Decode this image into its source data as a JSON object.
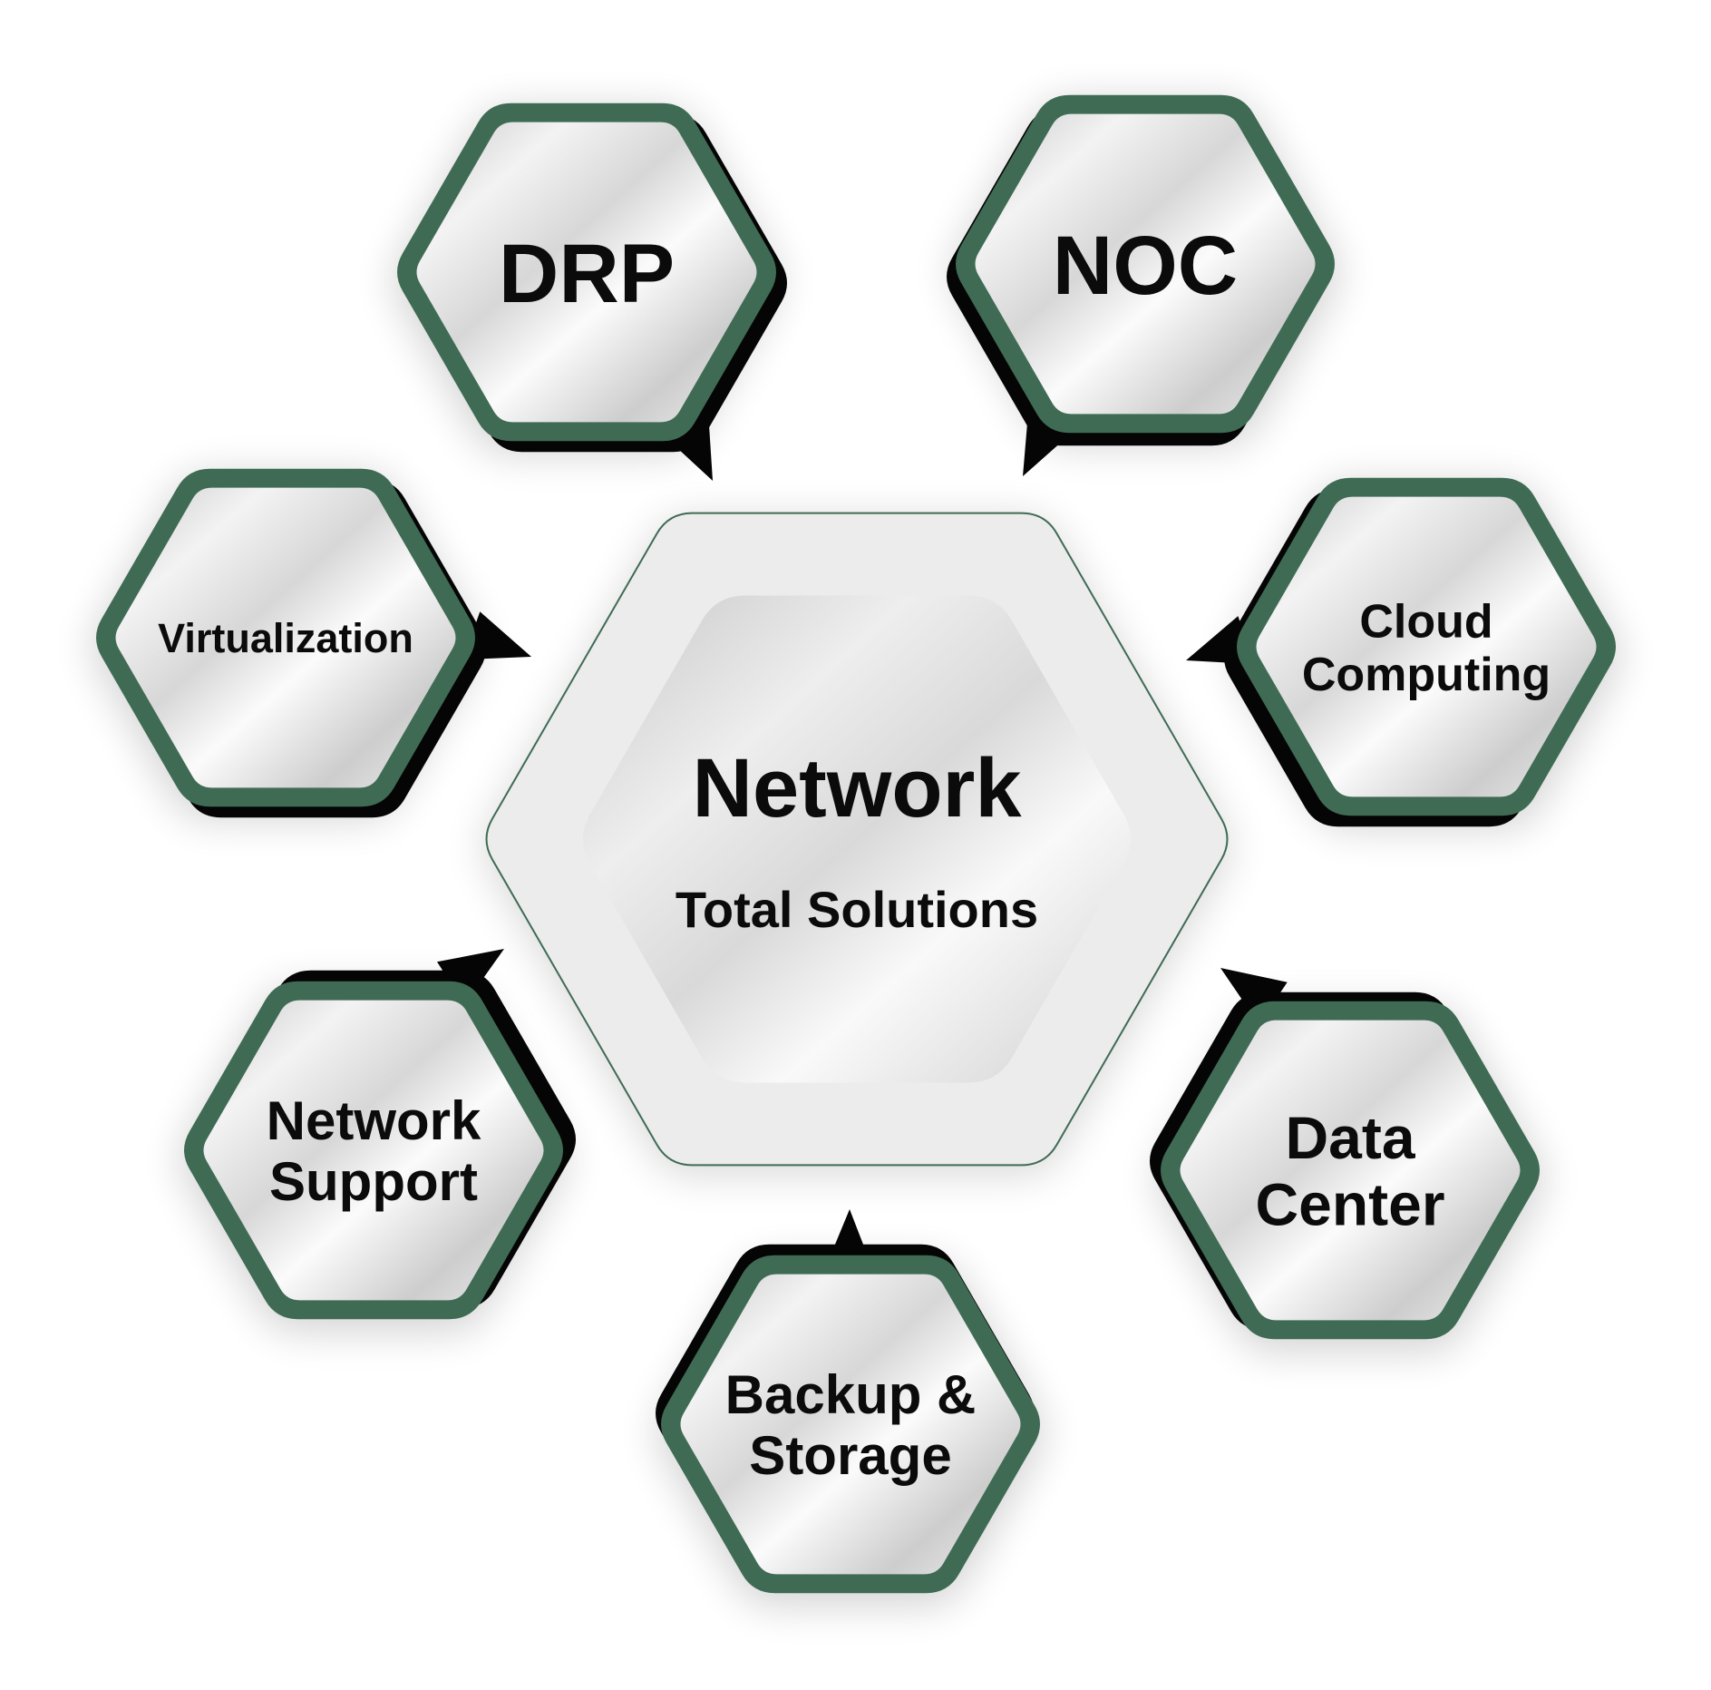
{
  "center": {
    "title": "Network",
    "subtitle": "Total Solutions"
  },
  "nodes": [
    {
      "id": "drp",
      "lines": [
        "DRP"
      ]
    },
    {
      "id": "noc",
      "lines": [
        "NOC"
      ]
    },
    {
      "id": "cloud",
      "lines": [
        "Cloud",
        "Computing"
      ]
    },
    {
      "id": "datacenter",
      "lines": [
        "Data",
        "Center"
      ]
    },
    {
      "id": "backup",
      "lines": [
        "Backup &",
        "Storage"
      ]
    },
    {
      "id": "support",
      "lines": [
        "Network",
        "Support"
      ]
    },
    {
      "id": "virtualization",
      "lines": [
        "Virtualization"
      ]
    }
  ],
  "colors": {
    "border": "#3f6b55",
    "shadow": "#050505",
    "text": "#0b0b0b",
    "center_outer": "#ececec"
  }
}
